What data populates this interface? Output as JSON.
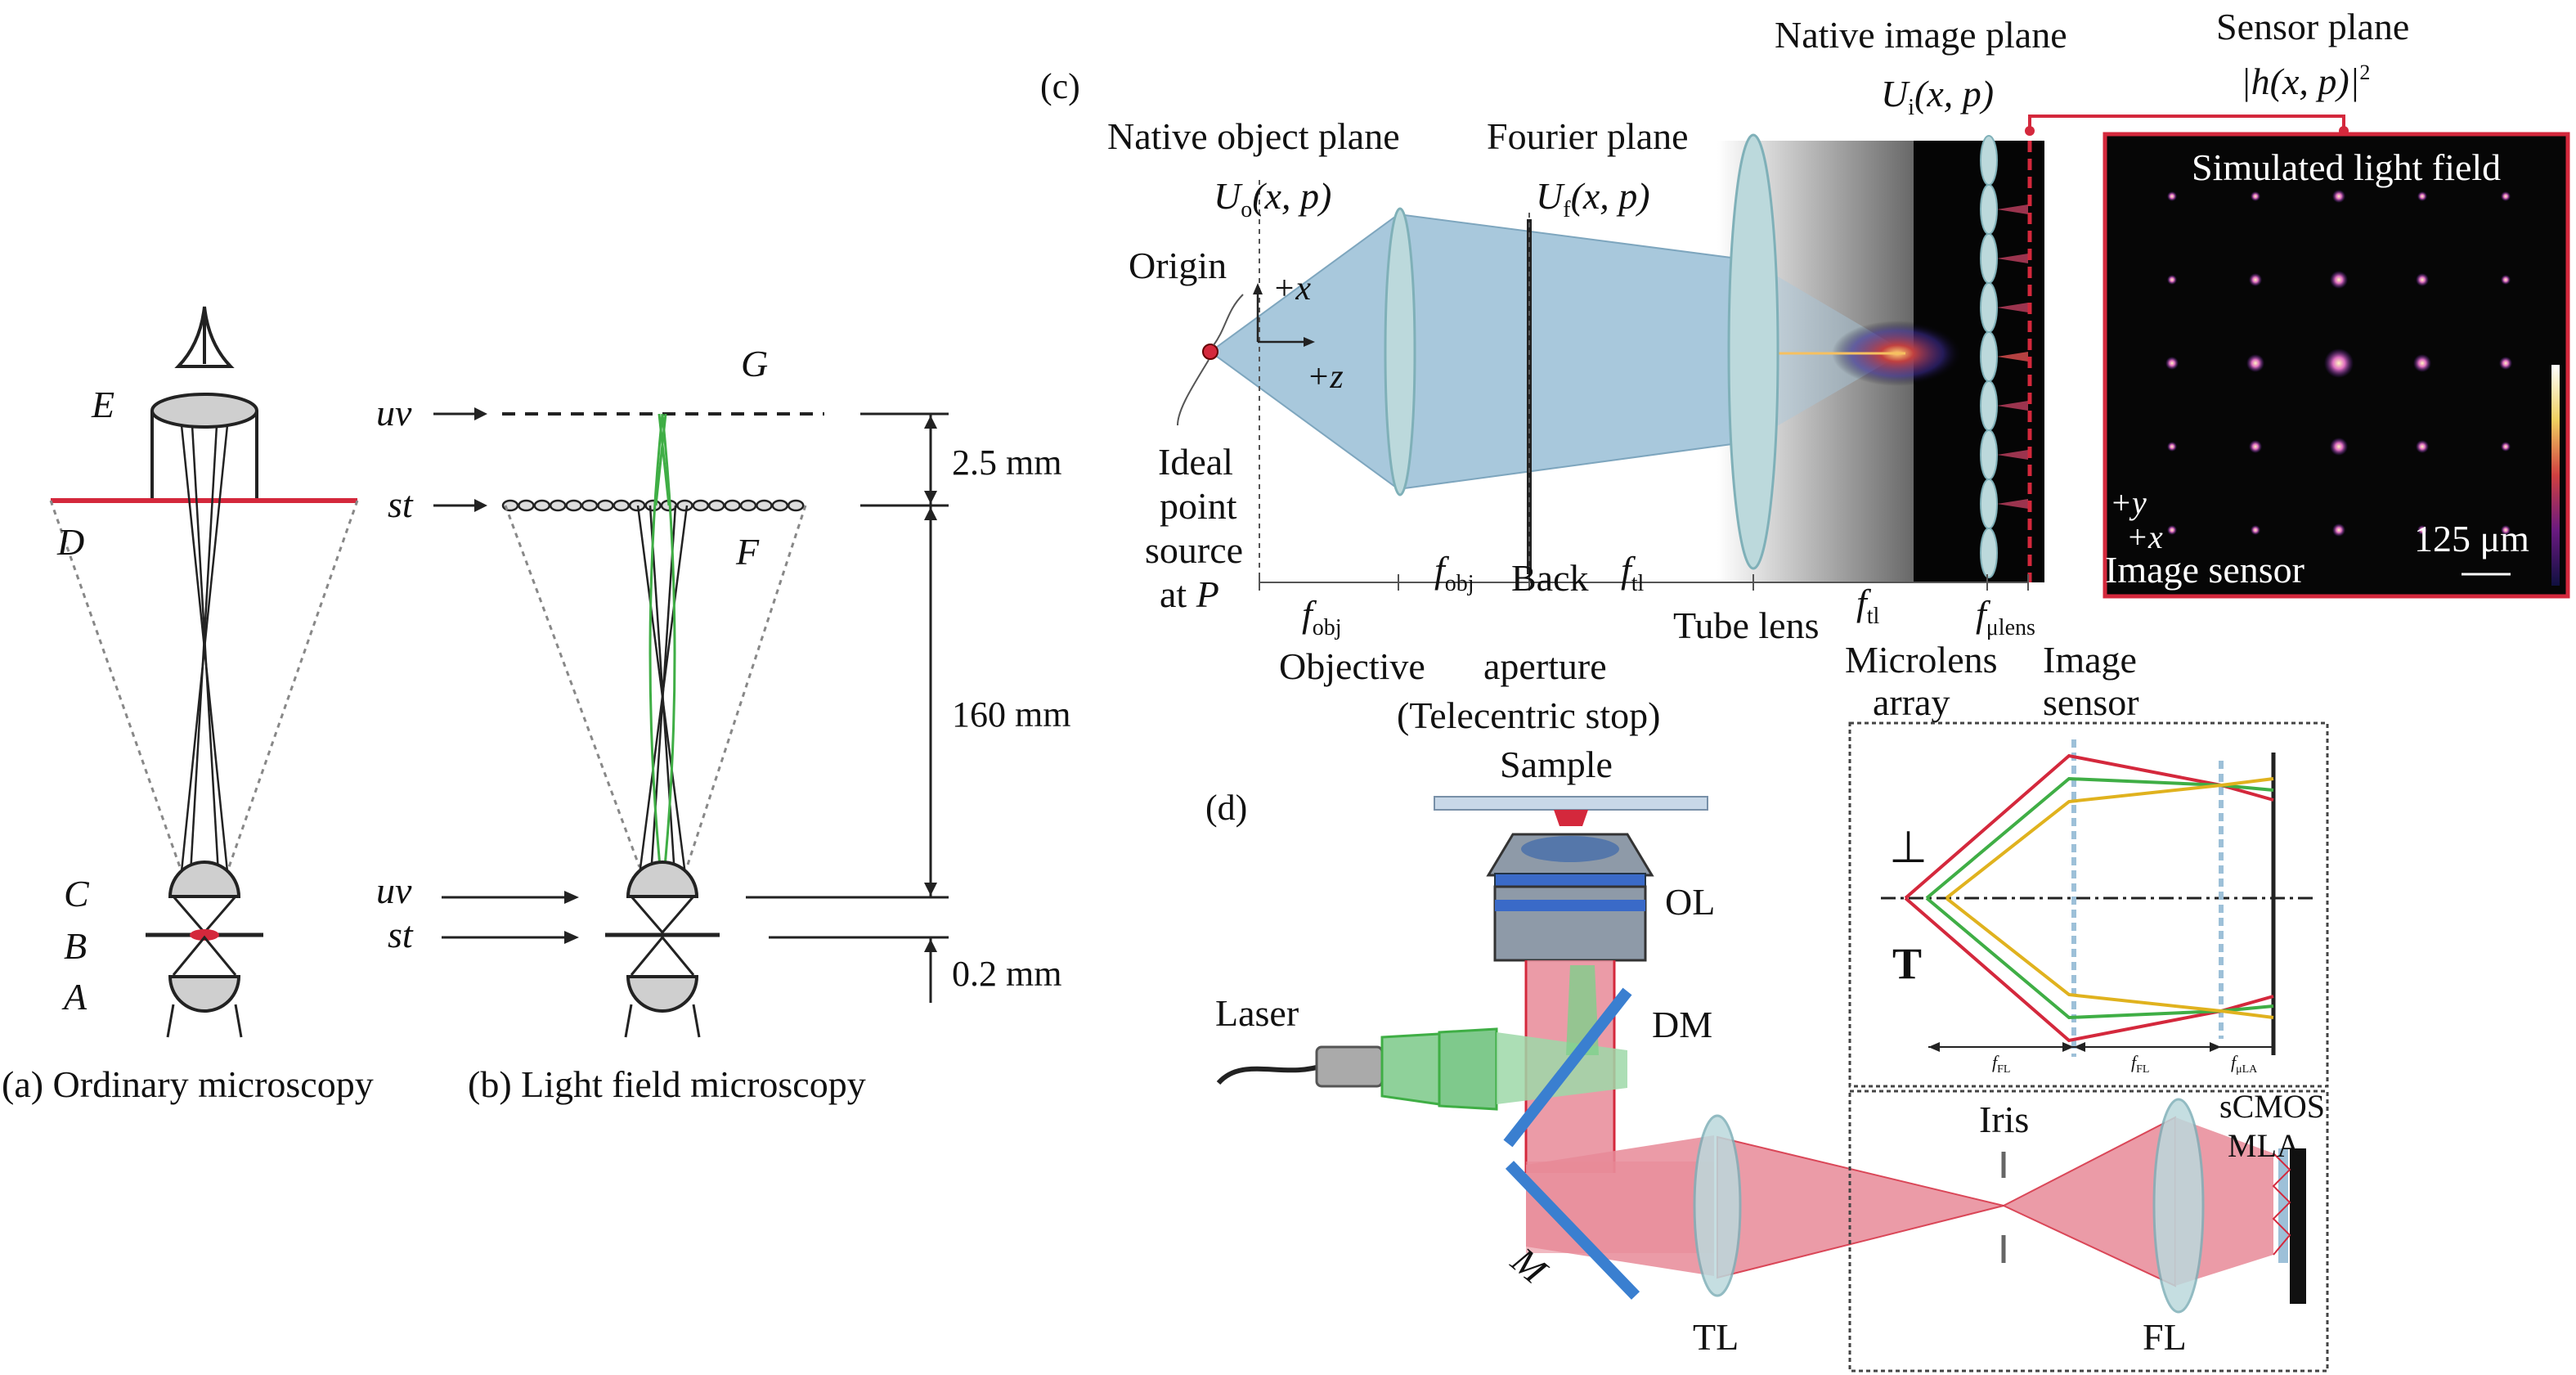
{
  "panel_a": {
    "letters": {
      "E": "E",
      "D": "D",
      "C": "C",
      "B": "B",
      "A": "A"
    },
    "caption": "(a) Ordinary microscopy"
  },
  "panel_b": {
    "uv_top": "uv",
    "st_top": "st",
    "uv_bottom": "uv",
    "st_bottom": "st",
    "G": "G",
    "F": "F",
    "dim_top": "2.5 mm",
    "dim_mid": "160 mm",
    "dim_bottom": "0.2 mm",
    "caption": "(b) Light field microscopy"
  },
  "panel_c": {
    "tag": "(c)",
    "native_object_plane": "Native object plane",
    "U_o": {
      "base": "U",
      "sub": "o",
      "args": "(x, p)"
    },
    "fourier_plane": "Fourier plane",
    "U_f": {
      "base": "U",
      "sub": "f",
      "args": "(x, p)"
    },
    "native_image_plane": "Native image plane",
    "U_i": {
      "base": "U",
      "sub": "i",
      "args": "(x, p)"
    },
    "sensor_plane": "Sensor plane",
    "h_expr": "|h(x, p)|",
    "h_sup": "2",
    "origin": "Origin",
    "plus_x": "+x",
    "plus_z": "+z",
    "ideal_point": [
      "Ideal",
      "point",
      "source"
    ],
    "at_p": {
      "prefix": "at ",
      "var": "P"
    },
    "f_obj": {
      "base": "f",
      "sub": "obj"
    },
    "f_tl": {
      "base": "f",
      "sub": "tl"
    },
    "f_mulens": {
      "base": "f",
      "sub": "μlens"
    },
    "objective": "Objective",
    "back_aperture": [
      "Back",
      "aperture",
      "(Telecentric stop)"
    ],
    "tube_lens": "Tube lens",
    "microlens_array": [
      "Microlens",
      "array"
    ],
    "image_sensor": [
      "Image",
      "sensor"
    ],
    "sim_title": "Simulated light field",
    "sim_plus_y": "+y",
    "sim_plus_x": "+x",
    "sim_scale": "125 μm",
    "sim_sensor": "Image sensor"
  },
  "panel_d": {
    "tag": "(d)",
    "sample": "Sample",
    "OL": "OL",
    "laser": "Laser",
    "DM": "DM",
    "M": "M",
    "TL": "TL",
    "iris": "Iris",
    "scmos": "sCMOS",
    "mla": "MLA",
    "FL": "FL",
    "perp_top": "⊥",
    "perp_bottom": "T",
    "f_FL": {
      "base": "f",
      "sub": "FL"
    },
    "f_mLA": {
      "base": "f",
      "sub": "μLA"
    }
  },
  "colors": {
    "red": "#d4283c",
    "green": "#3fae45",
    "yellow": "#e0b21e",
    "lens": "#bcd9dc",
    "beam_blue": "#a8c8dc",
    "beam_red": "#e88a98"
  }
}
